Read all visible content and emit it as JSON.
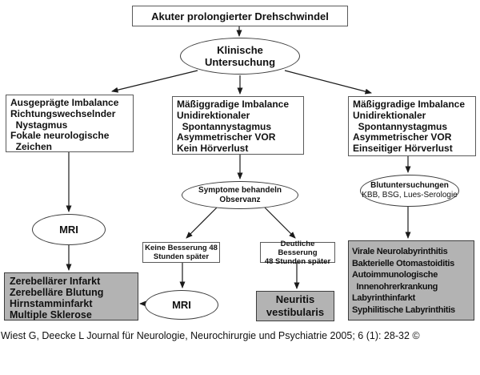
{
  "colors": {
    "box-gray": "#b3b3b3",
    "border": "#5a5a5a",
    "border-dark": "#3d3d3d",
    "line": "#1a1a1a"
  },
  "nodes": {
    "title": "Akuter prolongierter Drehschwindel",
    "clinical_exam": [
      "Klinische",
      "Untersuchung"
    ],
    "criteria_left": [
      "Ausgeprägte Imbalance",
      "Richtungswechselnder",
      "  Nystagmus",
      "Fokale neurologische",
      "  Zeichen"
    ],
    "criteria_middle": [
      "Mäßiggradige Imbalance",
      "Unidirektionaler",
      "  Spontannystagmus",
      "Asymmetrischer VOR",
      "Kein Hörverlust"
    ],
    "criteria_right": [
      "Mäßiggradige Imbalance",
      "Unidirektionaler",
      "  Spontannystagmus",
      "Asymmetrischer VOR",
      "Einseitiger Hörverlust"
    ],
    "mri_left": "MRI",
    "treat_observe": [
      "Symptome behandeln",
      "Observanz"
    ],
    "blood_tests_title": "Blutuntersuchungen",
    "blood_tests_detail": "KBB, BSG, Lues-Serologie",
    "no_improvement": [
      "Keine Besserung 48",
      "Stunden später"
    ],
    "improvement": [
      "Deutliche Besserung",
      "48 Stunden später"
    ],
    "central_causes": [
      "Zerebellärer Infarkt",
      "Zerebelläre Blutung",
      "Hirnstamminfarkt",
      "Multiple Sklerose"
    ],
    "mri_middle": "MRI",
    "neuritis": [
      "Neuritis",
      "vestibularis"
    ],
    "labyrinth_causes": [
      "Virale Neurolabyrinthitis",
      "Bakterielle Otomastoiditis",
      "Autoimmunologische",
      "  Innenohrerkrankung",
      "Labyrinthinfarkt",
      "Syphilitische Labyrinthitis"
    ]
  },
  "caption": "Wiest G, Deecke L Journal für Neurologie, Neurochirurgie und Psychiatrie 2005; 6 (1): 28-32 ©"
}
